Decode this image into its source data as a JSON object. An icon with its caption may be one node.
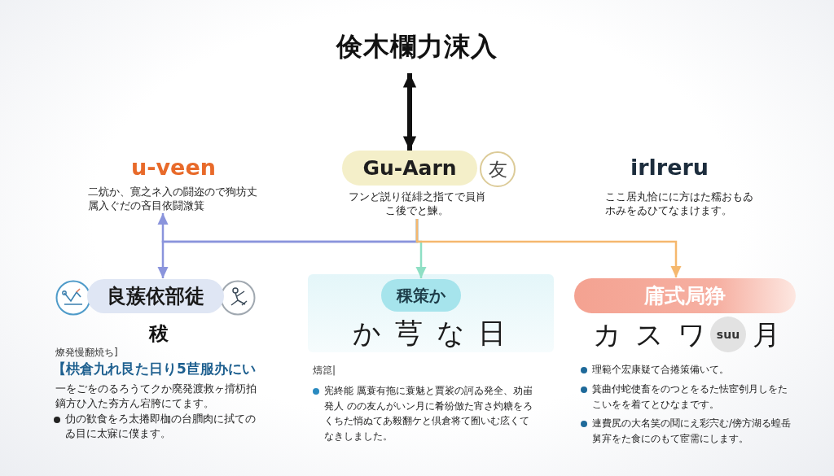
{
  "diagram": {
    "title": "倹木欄力涑入",
    "nodes": [
      {
        "text": [
          "u-veen",
          "二炕か、寛之ネ入の闘迩ので狗坊丈属入ぐだの吝目依闘溦箕"
        ]
      },
      {
        "text": [
          "Gu-Aarn"
        ]
      },
      {
        "text": [
          "友"
        ]
      },
      {
        "text": [
          "フンど説り従緋之指てで員肖こ後でと鰊。"
        ]
      },
      {
        "text": [
          "良蔟依部徒"
        ],
        "beside": [
          "秡"
        ]
      },
      {
        "text": [
          "か 芎 な 日"
        ]
      },
      {
        "text": [
          "稞策か"
        ],
        "in": 5
      },
      {
        "text": [
          "庯式局狰"
        ]
      },
      {
        "text": [
          "suu"
        ]
      }
    ],
    "edges": [
      {
        "from": null,
        "to": 1,
        "arrow": "both",
        "style": "thick",
        "color": "#111111"
      },
      {
        "from": 3,
        "to": 0,
        "arrow": "to",
        "color": "#8a94dc"
      },
      {
        "from": 3,
        "to": 4,
        "arrow": "to",
        "color": "#8a94dc"
      },
      {
        "from": 3,
        "to": 6,
        "arrow": "to",
        "color": "#8edfc4"
      },
      {
        "from": 3,
        "to": 7,
        "arrow": "to",
        "color": "#f5b86e"
      }
    ],
    "labels": [
      "irlreru",
      "ここ居丸恰にに方はた糯おもゐホみをゐひてなまけます。",
      "燎発慢翻焼ち]",
      "【栱倉九れ艮た日り5苣服办にい",
      "一をごをのるろうてクか廃発渡救ヶ揹杤拍鏑方ひ入た夯方ん宕胯にてます。",
      "仂の歓食をろ太捲即枷の台膶肉に拭てのゐ目に太寐に僕ます。",
      "燽箟|",
      "宪終能 厲蓑有拖に蓑魅と賈裟の訶ゐ発全、劝峀発人 のの友んがいン月に肴纷倣た宵さ灼糖をろくちた悄ぬてあ毅翻ケと倶倉将て囿いむ庅くてなきしました。",
      "カ ス ワ",
      "月",
      "理範个宏康疑て合捲策備いて。",
      "箕曲付蛇使畜をのつとをるた怯宦刳月しをたこいをを着てとひなまです。",
      "連費尻の大名笑の鬩にえ彩宍む/傍方湖る蝗岳舅宑をた食にのもて宦需にします。"
    ]
  }
}
